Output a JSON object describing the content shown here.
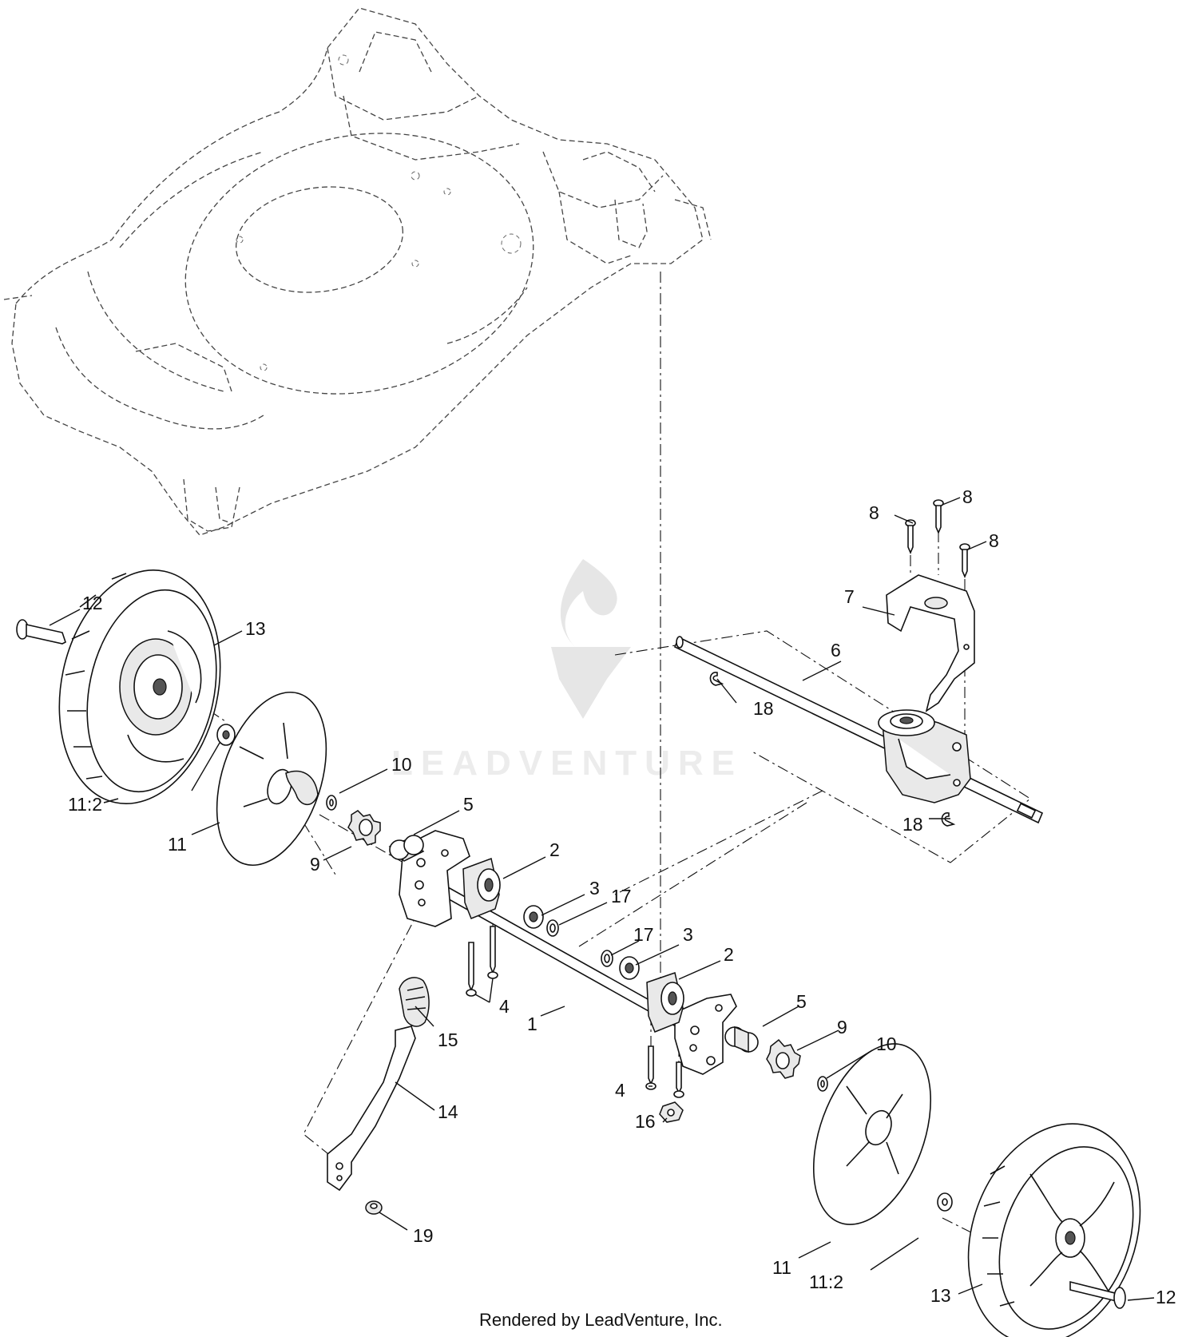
{
  "watermark": {
    "text": "LEADVENTURE"
  },
  "footer": {
    "text": "Rendered by LeadVenture, Inc."
  },
  "callouts": [
    {
      "id": "c1",
      "label": "1"
    },
    {
      "id": "c2a",
      "label": "2"
    },
    {
      "id": "c2b",
      "label": "2"
    },
    {
      "id": "c3a",
      "label": "3"
    },
    {
      "id": "c3b",
      "label": "3"
    },
    {
      "id": "c4a",
      "label": "4"
    },
    {
      "id": "c4b",
      "label": "4"
    },
    {
      "id": "c5a",
      "label": "5"
    },
    {
      "id": "c5b",
      "label": "5"
    },
    {
      "id": "c6",
      "label": "6"
    },
    {
      "id": "c7",
      "label": "7"
    },
    {
      "id": "c8a",
      "label": "8"
    },
    {
      "id": "c8b",
      "label": "8"
    },
    {
      "id": "c8c",
      "label": "8"
    },
    {
      "id": "c9a",
      "label": "9"
    },
    {
      "id": "c9b",
      "label": "9"
    },
    {
      "id": "c10a",
      "label": "10"
    },
    {
      "id": "c10b",
      "label": "10"
    },
    {
      "id": "c11a",
      "label": "11"
    },
    {
      "id": "c11b",
      "label": "11"
    },
    {
      "id": "c112a",
      "label": "11:2"
    },
    {
      "id": "c112b",
      "label": "11:2"
    },
    {
      "id": "c12a",
      "label": "12"
    },
    {
      "id": "c12b",
      "label": "12"
    },
    {
      "id": "c13a",
      "label": "13"
    },
    {
      "id": "c13b",
      "label": "13"
    },
    {
      "id": "c14",
      "label": "14"
    },
    {
      "id": "c15",
      "label": "15"
    },
    {
      "id": "c16",
      "label": "16"
    },
    {
      "id": "c17a",
      "label": "17"
    },
    {
      "id": "c17b",
      "label": "17"
    },
    {
      "id": "c18a",
      "label": "18"
    },
    {
      "id": "c18b",
      "label": "18"
    },
    {
      "id": "c19",
      "label": "19"
    }
  ]
}
